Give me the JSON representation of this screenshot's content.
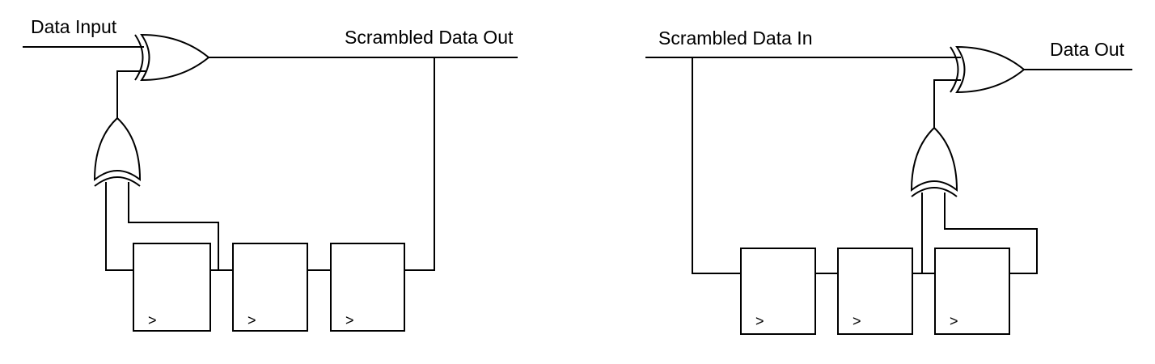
{
  "scrambler": {
    "input_label": "Data Input",
    "output_label": "Scrambled Data Out",
    "registers": [
      {
        "clock_mark": ">"
      },
      {
        "clock_mark": ">"
      },
      {
        "clock_mark": ">"
      }
    ]
  },
  "descrambler": {
    "input_label": "Scrambled Data In",
    "output_label": "Data Out",
    "registers": [
      {
        "clock_mark": ">"
      },
      {
        "clock_mark": ">"
      },
      {
        "clock_mark": ">"
      }
    ]
  }
}
